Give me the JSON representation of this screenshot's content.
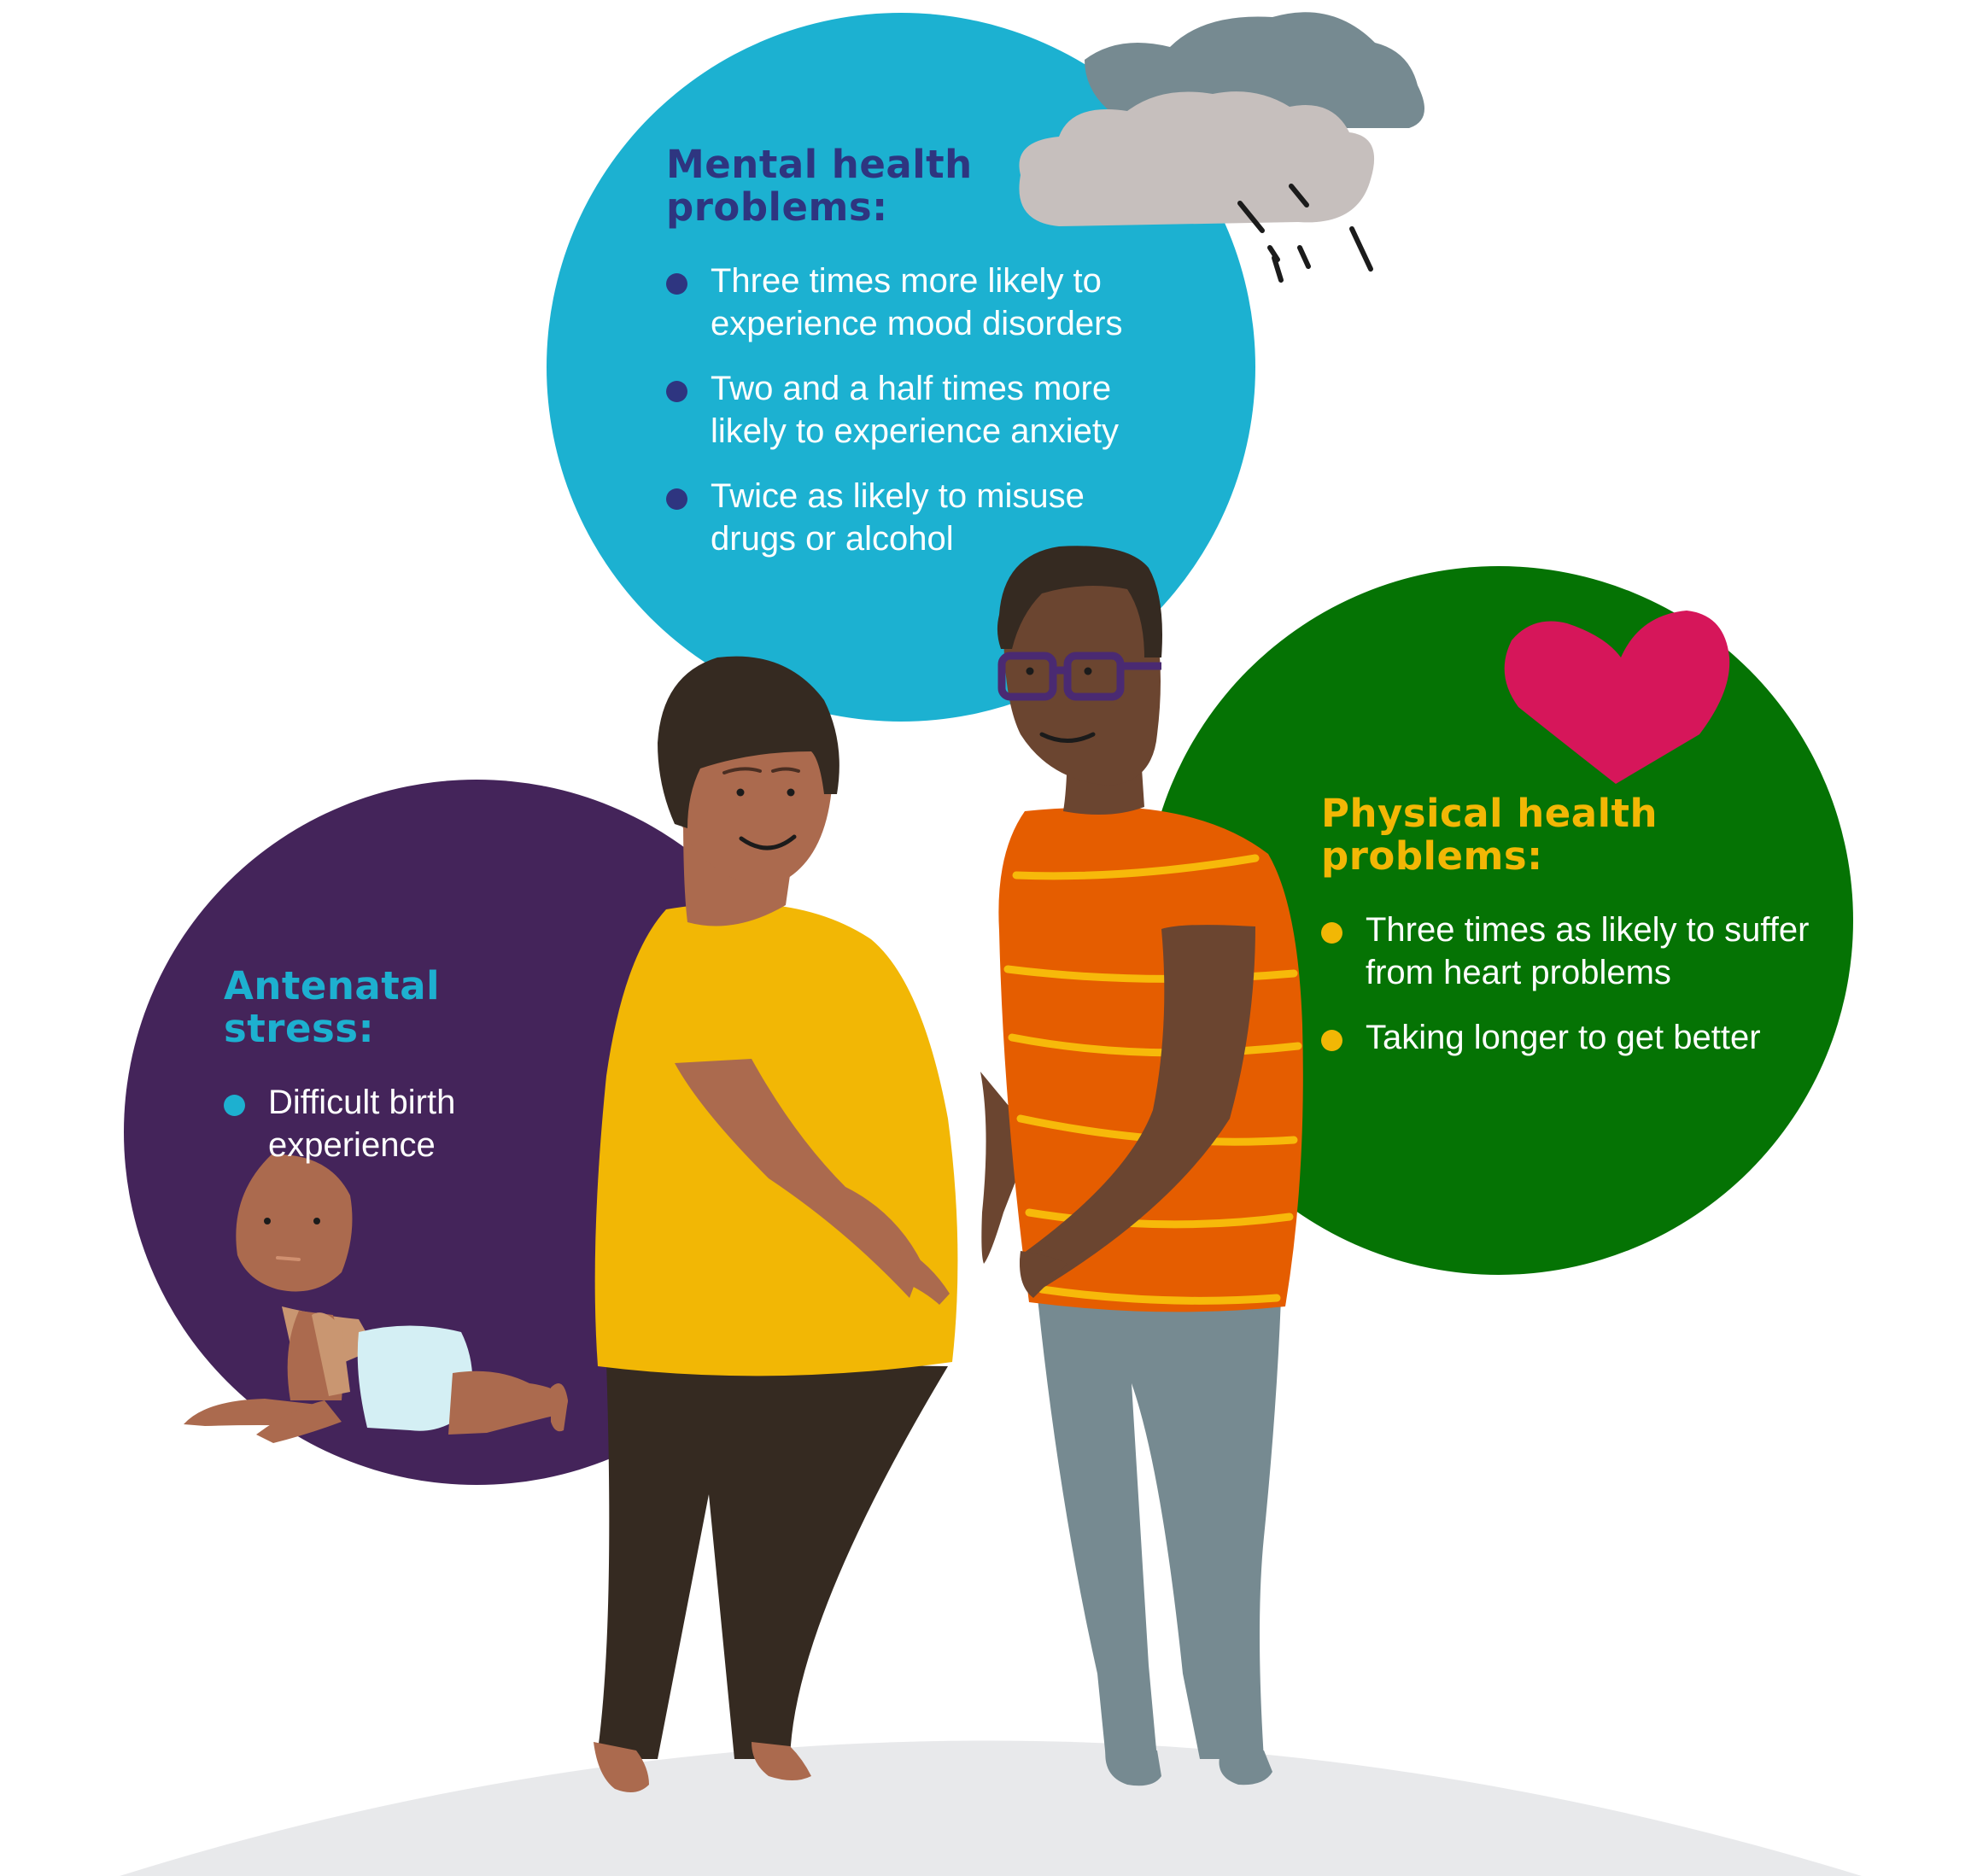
{
  "mental_health": {
    "heading": "Mental health problems:",
    "items": [
      "Three times more likely to experience mood disorders",
      "Two and a half times more likely to experience anxiety",
      "Twice as likely to misuse drugs or alcohol"
    ]
  },
  "physical_health": {
    "heading": "Physical health problems:",
    "items": [
      "Three times as likely to suffer from heart problems",
      "Taking longer to get better"
    ]
  },
  "antenatal": {
    "heading": "Antenatal stress:",
    "items": [
      "Difficult birth experience"
    ]
  },
  "colors": {
    "mental_circle": "#1cb1d1",
    "physical_circle": "#057304",
    "antenatal_circle": "#44245a",
    "heart": "#d6165a",
    "ground": "#e8e9eb"
  }
}
